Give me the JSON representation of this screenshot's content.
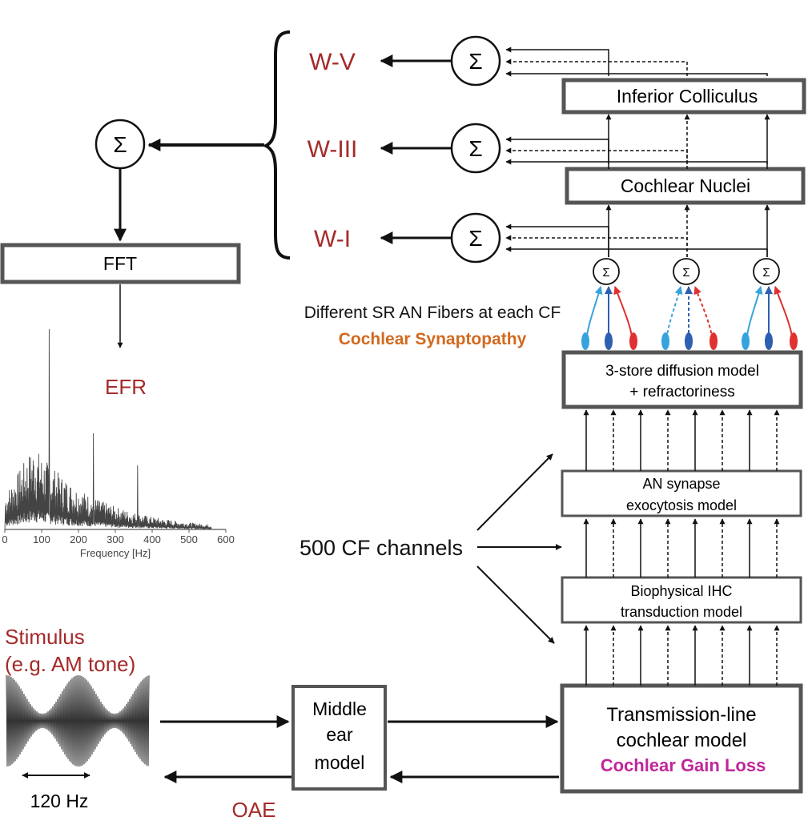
{
  "colors": {
    "red_label": "#a52a2a",
    "orange_label": "#d2691e",
    "magenta_label": "#c0269a",
    "box_border": "#555555",
    "light_blue_fiber": "#36a3dc",
    "dark_blue_fiber": "#2e5fb0",
    "red_fiber": "#e03030"
  },
  "wave_labels": {
    "w5": "W-V",
    "w3": "W-III",
    "w1": "W-I"
  },
  "sum_symbol": "Σ",
  "boxes": {
    "inferior_colliculus": "Inferior Colliculus",
    "cochlear_nuclei": "Cochlear Nuclei",
    "fft": "FFT",
    "diffusion_line1": "3-store diffusion model",
    "diffusion_line2": "+ refractoriness",
    "synapse_line1": "AN synapse",
    "synapse_line2": "exocytosis model",
    "ihc_line1": "Biophysical IHC",
    "ihc_line2": "transduction model",
    "tl_line1": "Transmission-line",
    "tl_line2": "cochlear model",
    "tl_line3": "Cochlear Gain Loss",
    "middle_ear_line1": "Middle",
    "middle_ear_line2": "ear",
    "middle_ear_line3": "model"
  },
  "labels": {
    "sr_fibers": "Different SR AN Fibers at each CF",
    "synaptopathy": "Cochlear Synaptopathy",
    "efr": "EFR",
    "cf_channels": "500 CF channels",
    "stimulus_line1": "Stimulus",
    "stimulus_line2": "(e.g. AM tone)",
    "mod_freq": "120 Hz",
    "oae": "OAE"
  },
  "spectrum": {
    "xlabel": "Frequency [Hz]",
    "ticks": [
      "0",
      "100",
      "200",
      "300",
      "400",
      "500",
      "600"
    ],
    "peak_frequency_hz": 120
  }
}
